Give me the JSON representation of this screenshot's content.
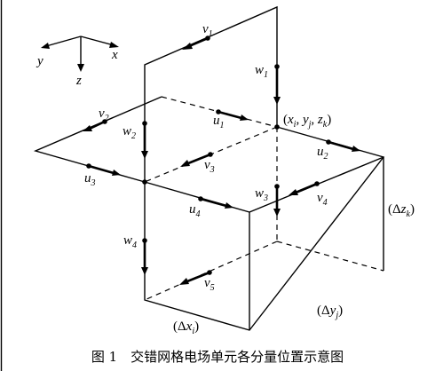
{
  "axes": {
    "x": "x",
    "y": "y",
    "z": "z"
  },
  "point": {
    "open": "(",
    "x": "x",
    "x_sub": "i",
    "y": "y",
    "y_sub": "j",
    "z": "z",
    "z_sub": "k",
    "comma": ",",
    "close": ")"
  },
  "vectors": {
    "v1": {
      "base": "v",
      "sub": "1"
    },
    "v2": {
      "base": "v",
      "sub": "2"
    },
    "v3": {
      "base": "v",
      "sub": "3"
    },
    "v4": {
      "base": "v",
      "sub": "4"
    },
    "v5": {
      "base": "v",
      "sub": "5"
    },
    "u1": {
      "base": "u",
      "sub": "1"
    },
    "u2": {
      "base": "u",
      "sub": "2"
    },
    "u3": {
      "base": "u",
      "sub": "3"
    },
    "u4": {
      "base": "u",
      "sub": "4"
    },
    "w1": {
      "base": "w",
      "sub": "1"
    },
    "w2": {
      "base": "w",
      "sub": "2"
    },
    "w3": {
      "base": "w",
      "sub": "3"
    },
    "w4": {
      "base": "w",
      "sub": "4"
    }
  },
  "spacing": {
    "dx": {
      "base": "(Δ",
      "var": "x",
      "sub": "i",
      "close": ")"
    },
    "dy": {
      "base": "(Δ",
      "var": "y",
      "sub": "j",
      "close": ")"
    },
    "dz": {
      "base": "(Δ",
      "var": "z",
      "sub": "k",
      "close": ")"
    }
  },
  "caption": "图 1　交错网格电场单元各分量位置示意图"
}
